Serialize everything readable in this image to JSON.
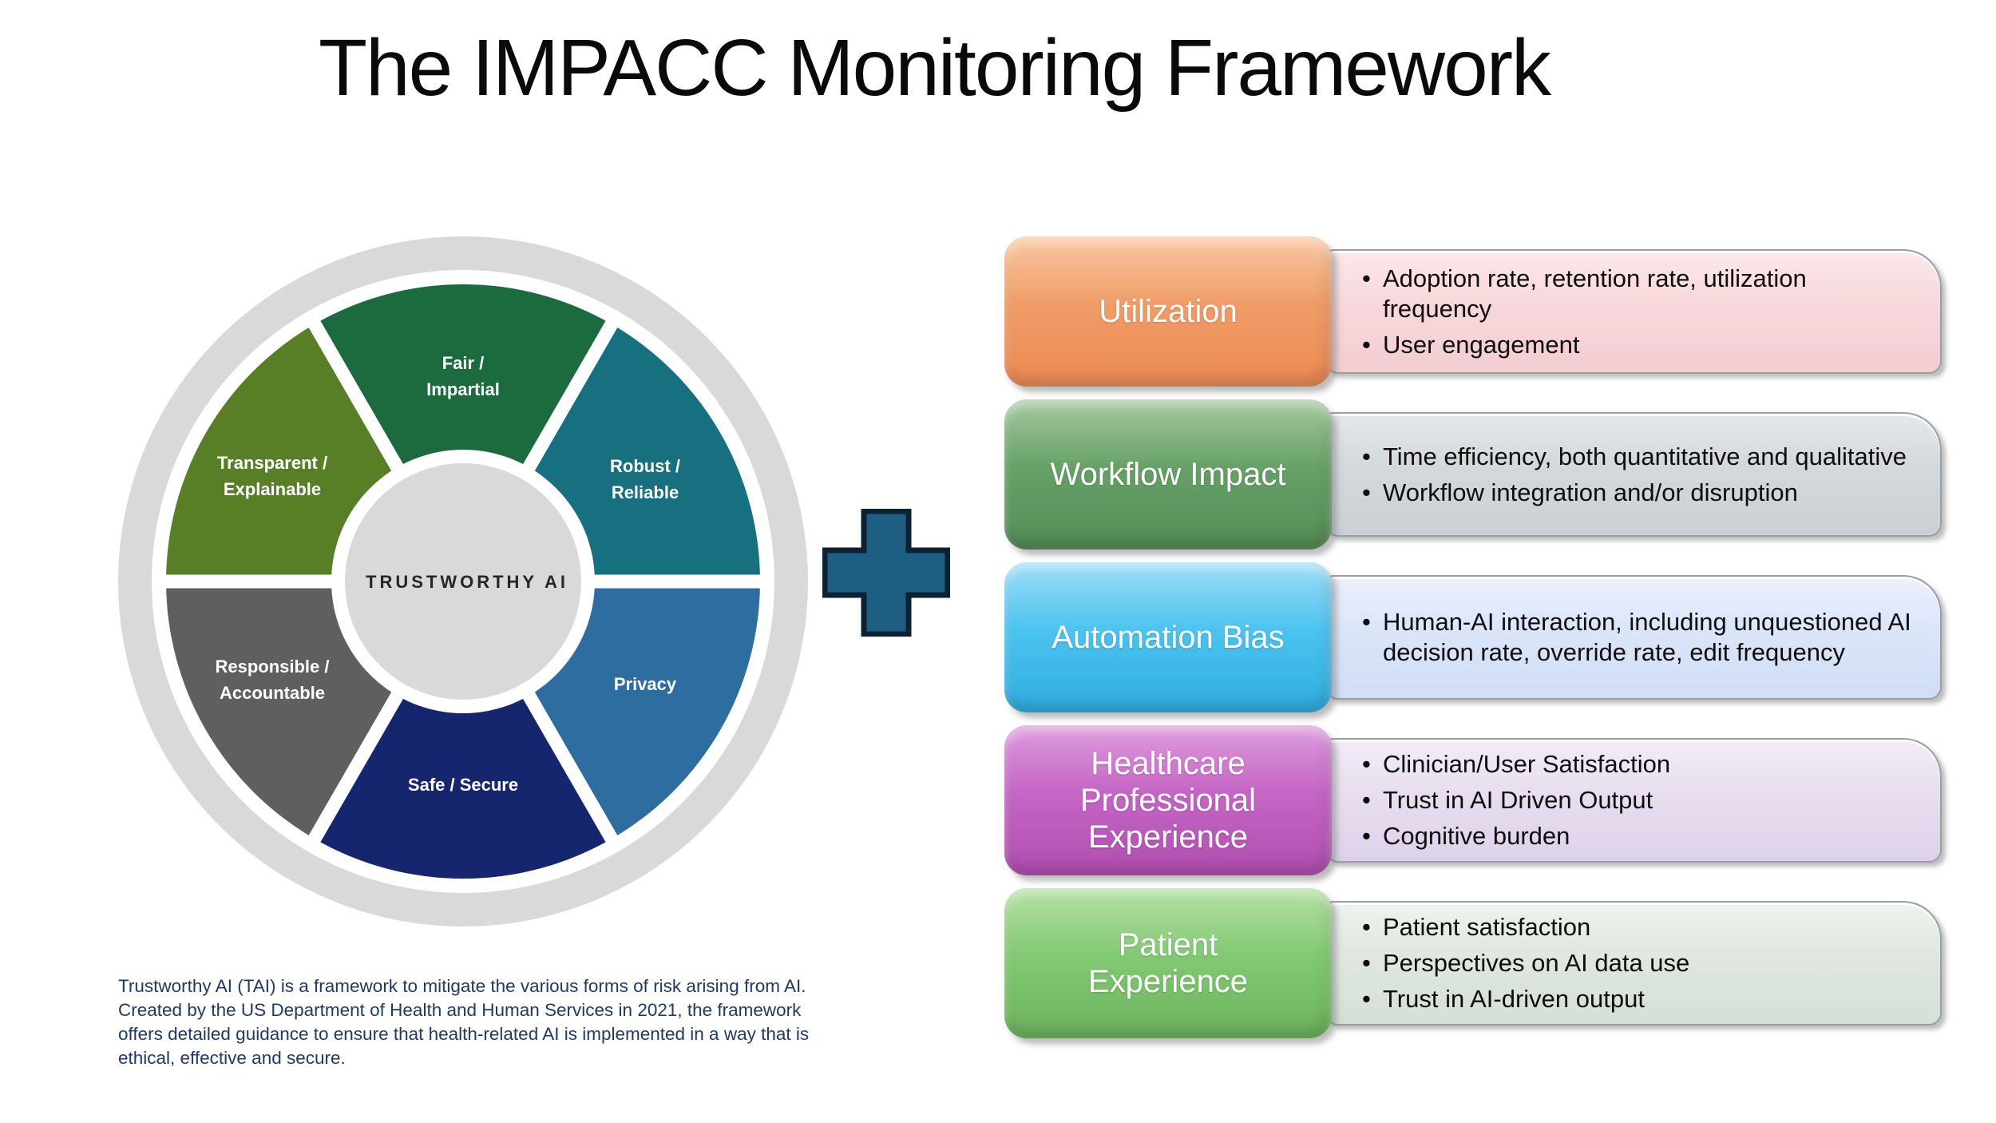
{
  "title": "The IMPACC Monitoring Framework",
  "wheel": {
    "center_label": "TRUSTWORTHY AI",
    "ring_color": "#d9d9d9",
    "center_color": "#d9d9d9",
    "segments": [
      {
        "name": "fair-impartial",
        "lines": [
          "Fair /",
          "Impartial"
        ],
        "color": "#1c6b3e"
      },
      {
        "name": "robust-reliable",
        "lines": [
          "Robust /",
          "Reliable"
        ],
        "color": "#17707f"
      },
      {
        "name": "privacy",
        "lines": [
          "Privacy"
        ],
        "color": "#2d6d9f"
      },
      {
        "name": "safe-secure",
        "lines": [
          "Safe / Secure"
        ],
        "color": "#15266e"
      },
      {
        "name": "responsible-accountable",
        "lines": [
          "Responsible /",
          "Accountable"
        ],
        "color": "#5f5f5f"
      },
      {
        "name": "transparent-explainable",
        "lines": [
          "Transparent /",
          "Explainable"
        ],
        "color": "#587e26"
      }
    ]
  },
  "plus": {
    "color": "#1d5e83",
    "border_color": "#0d2133"
  },
  "caption": "Trustworthy AI (TAI) is a framework to mitigate the various forms of risk arising from AI. Created by the US Department of Health and Human Services in 2021, the framework offers detailed guidance to ensure that health-related AI is implemented in a way that is ethical, effective and secure.",
  "rows": [
    {
      "label": "Utilization",
      "accent_color": "#f09a66",
      "panel_color": "#f8d9dc",
      "bullets": [
        "Adoption rate, retention rate, utilization frequency",
        "User engagement"
      ]
    },
    {
      "label": "Workflow Impact",
      "accent_color": "#67a167",
      "panel_color": "#d5d9dc",
      "bullets": [
        "Time efficiency, both quantitative and qualitative",
        "Workflow integration and/or disruption"
      ]
    },
    {
      "label": "Automation Bias",
      "accent_color": "#4cc3f0",
      "panel_color": "#dce6f9",
      "bullets": [
        "Human-AI interaction, including unquestioned AI decision rate, override rate, edit frequency"
      ]
    },
    {
      "label": "Healthcare\nProfessional\nExperience",
      "accent_color": "#c565c5",
      "panel_color": "#e8dff0",
      "bullets": [
        "Clinician/User Satisfaction",
        "Trust in AI Driven Output",
        "Cognitive burden"
      ]
    },
    {
      "label": "Patient\nExperience",
      "accent_color": "#82c973",
      "panel_color": "#e0e8e0",
      "bullets": [
        "Patient satisfaction",
        "Perspectives on AI data use",
        "Trust in AI-driven output"
      ]
    }
  ]
}
